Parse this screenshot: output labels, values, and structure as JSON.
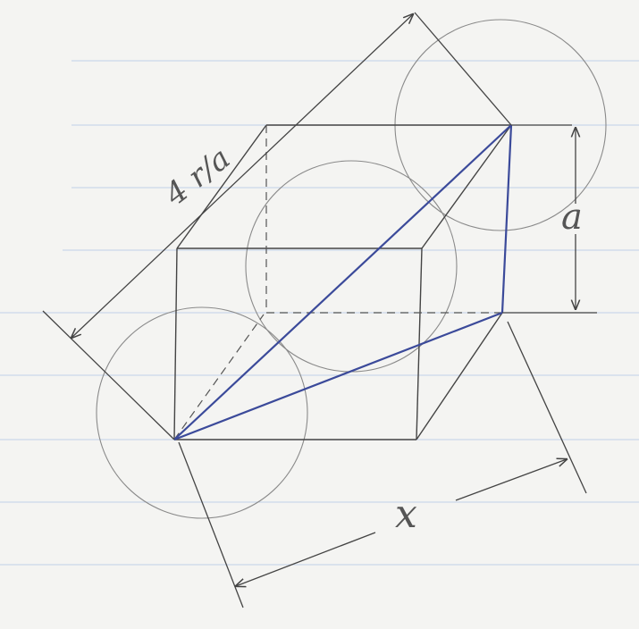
{
  "labels": {
    "diagonal_length": "4 r/a",
    "height": "a",
    "width": "x"
  },
  "colors": {
    "paper": "#f4f4f2",
    "ruled_line": "#c9d6ea",
    "pencil": "#444444",
    "light_pencil": "#8a8a8a",
    "blue_ink": "#3b4a9a"
  }
}
